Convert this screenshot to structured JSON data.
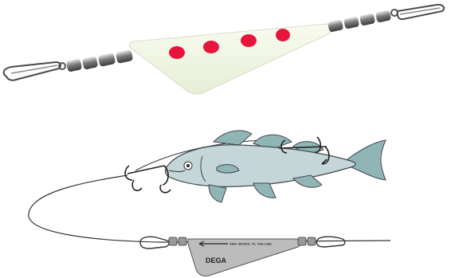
{
  "product": {
    "brand_label": "DEGA",
    "direction_label": "ZINK SIDNIOL TIL THE LINE"
  },
  "colors": {
    "glow_body": "#f3f8e6",
    "red_dot": "#e8143c",
    "fish_fill": "#c5d6d8",
    "fin_fill": "#8fb6b4",
    "lure_grey": "#bcbcbc",
    "hardware_metal": "#9a9a9a"
  },
  "icons": {
    "top_lure": "glow-triangle-lure",
    "fish": "cod-fish",
    "hooks": "treble-hook",
    "swivel": "barrel-swivel",
    "snap": "snap-clip"
  }
}
